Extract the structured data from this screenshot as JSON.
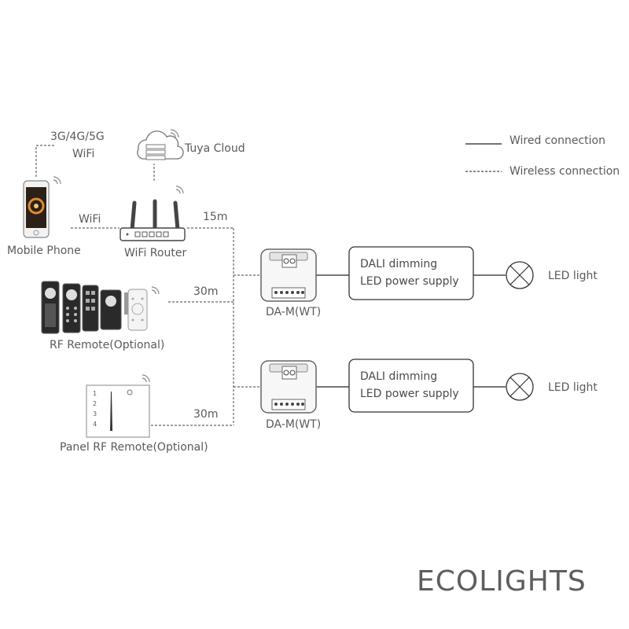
{
  "legend": {
    "wired": "Wired connection",
    "wireless": "Wireless connection"
  },
  "network": {
    "mobile_data": "3G/4G/5G",
    "mobile_wifi": "WiFi",
    "cloud": "Tuya Cloud",
    "phone": "Mobile Phone",
    "wifi_link": "WiFi",
    "router": "WiFi Router"
  },
  "distances": {
    "router": "15m",
    "rf_remote": "30m",
    "panel_remote": "30m"
  },
  "remotes": {
    "rf": "RF Remote(Optional)",
    "panel": "Panel RF Remote(Optional)",
    "panel_zones": [
      "1",
      "2",
      "3",
      "4"
    ]
  },
  "channels": [
    {
      "controller": "DA-M(WT)",
      "supply_line1": "DALI dimming",
      "supply_line2": "LED power supply",
      "light": "LED light"
    },
    {
      "controller": "DA-M(WT)",
      "supply_line1": "DALI dimming",
      "supply_line2": "LED power supply",
      "light": "LED light"
    }
  ],
  "logo": {
    "text": "ECOLIGHTS"
  }
}
